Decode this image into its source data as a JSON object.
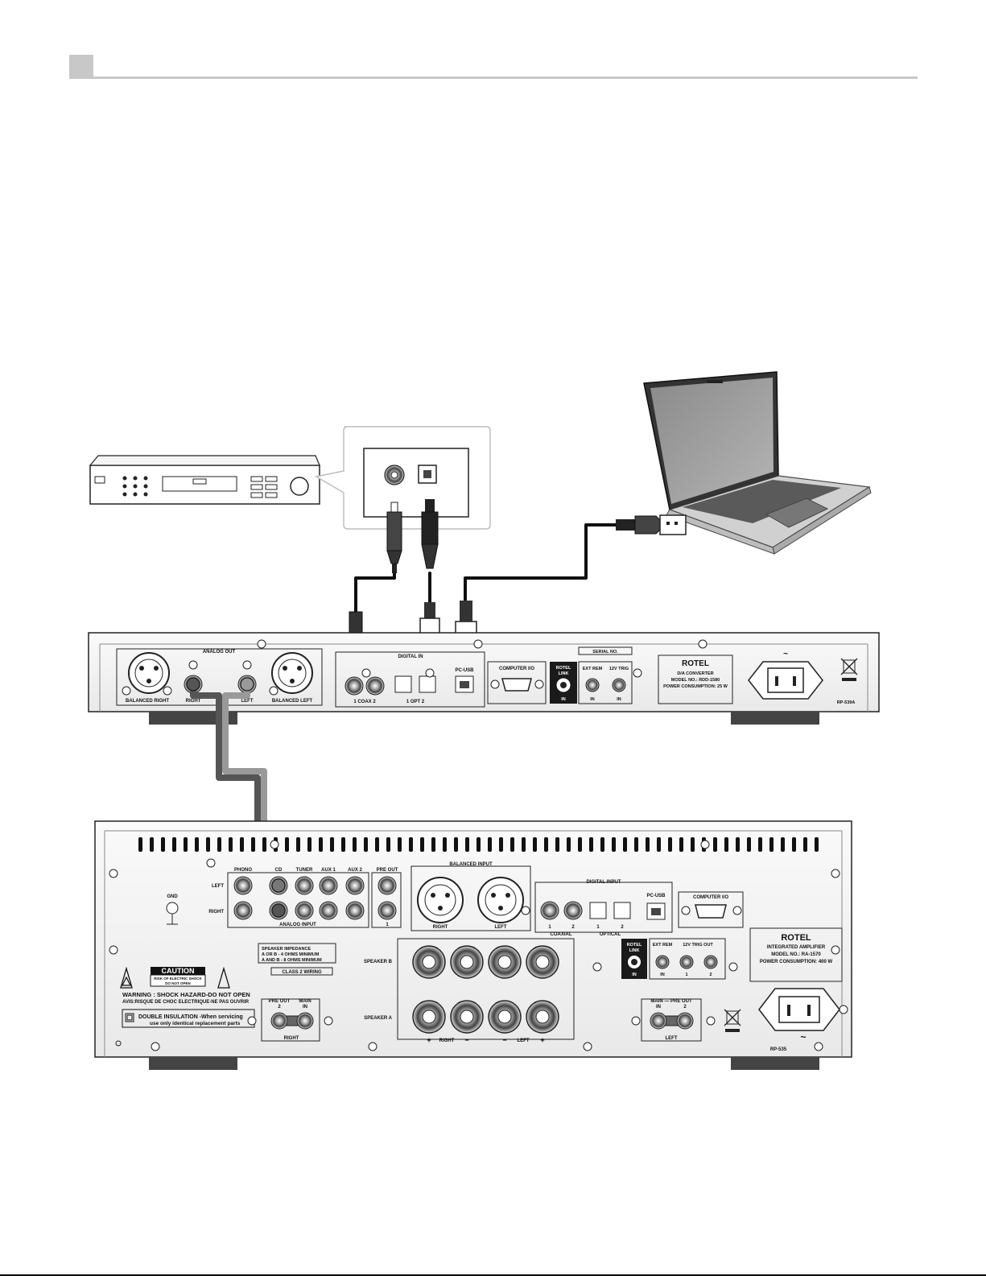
{
  "dac": {
    "analog_out": "ANALOG OUT",
    "balanced_right": "BALANCED RIGHT",
    "right": "RIGHT",
    "left": "LEFT",
    "balanced_left": "BALANCED LEFT",
    "digital_in": "DIGITAL IN",
    "coax_row": "1   COAX   2",
    "opt_row": "1   OPT   2",
    "pc_usb": "PC-USB",
    "computer_io": "COMPUTER I/O",
    "rotel_link_1": "ROTEL",
    "rotel_link_2": "LINK",
    "in": "IN",
    "serial_no": "SERIAL NO.",
    "ext_rem": "EXT REM",
    "trig": "12V TRIG",
    "brand": "ROTEL",
    "line1": "D/A CONVERTER",
    "line2": "MODEL NO.: RDD-1580",
    "line3": "POWER CONSUMPTION: 25 W",
    "ac_symbol": "~",
    "model_tag": "RP-539A"
  },
  "amp": {
    "phono": "PHONO",
    "cd": "CD",
    "tuner": "TUNER",
    "aux1": "AUX 1",
    "aux2": "AUX 2",
    "pre_out": "PRE OUT",
    "left": "LEFT",
    "right": "RIGHT",
    "gnd": "GND",
    "analog_input": "ANALOG INPUT",
    "one": "1",
    "balanced_input": "BALANCED INPUT",
    "digital_input": "DIGITAL INPUT",
    "coaxial": "COAXIAL",
    "optical": "OPTICAL",
    "n1": "1",
    "n2": "2",
    "pc_usb": "PC-USB",
    "computer_io": "COMPUTER I/O",
    "speaker_impedance": "SPEAKER IMPEDANCE",
    "imp_a": "A  OR  B  -  4 OHMS MINIMUM",
    "imp_b": "A AND B  -  8 OHMS MINIMUM",
    "class2": "CLASS 2 WIRING",
    "speaker_b": "SPEAKER B",
    "speaker_a": "SPEAKER A",
    "caution": "CAUTION",
    "caution_sub1": "RISK OF ELECTRIC SHOCK",
    "caution_sub2": "DO NOT OPEN",
    "warning": "WARNING : SHOCK HAZARD-DO NOT OPEN",
    "avis": "AVIS:RISQUE DE CHOC ELECTRIQUE-NE PAS OUVRIR",
    "double_ins_1": "DOUBLE INSULATION -When servicing",
    "double_ins_2": "use only identical replacement parts",
    "pre_out_2": "PRE OUT",
    "main_in": "MAIN",
    "in": "IN",
    "two": "2",
    "main_pre_out": "MAIN  —  PRE OUT",
    "rotel_link_1": "ROTEL",
    "rotel_link_2": "LINK",
    "ext_rem": "EXT REM",
    "trig_out": "12V TRIG OUT",
    "brand": "ROTEL",
    "line1": "INTEGRATED AMPLIFIER",
    "line2": "MODEL NO.: RA-1570",
    "line3": "POWER CONSUMPTION: 400 W",
    "ac_symbol": "~",
    "model_tag": "RP-535",
    "sp_plus": "+",
    "sp_minus": "−",
    "sp_right": "RIGHT",
    "sp_left": "LEFT"
  }
}
